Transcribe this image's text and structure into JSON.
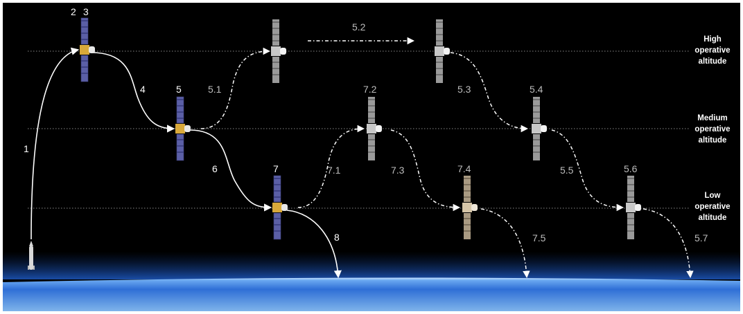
{
  "altitude_labels": {
    "high": [
      "High",
      "operative",
      "altitude"
    ],
    "medium": [
      "Medium",
      "operative",
      "altitude"
    ],
    "low": [
      "Low",
      "operative",
      "altitude"
    ]
  },
  "steps": {
    "s1": "1",
    "s2": "2",
    "s3": "3",
    "s4": "4",
    "s5": "5",
    "s5_1": "5.1",
    "s5_2": "5.2",
    "s5_3": "5.3",
    "s5_4": "5.4",
    "s5_5": "5.5",
    "s5_6": "5.6",
    "s5_7": "5.7",
    "s6": "6",
    "s7": "7",
    "s7_1": "7.1",
    "s7_2": "7.2",
    "s7_3": "7.3",
    "s7_4": "7.4",
    "s7_5": "7.5",
    "s8": "8"
  },
  "colors": {
    "background": "#000000",
    "path": "#ffffff",
    "dotted_line": "#8a8a8a",
    "earth_blue": "#2f6fd6",
    "panel_blue": "#5a5fa8",
    "panel_gray": "#9a9a9a",
    "panel_tan": "#b9a88e"
  },
  "icons": {
    "rocket": "rocket-icon",
    "satellite": "satellite-icon"
  }
}
